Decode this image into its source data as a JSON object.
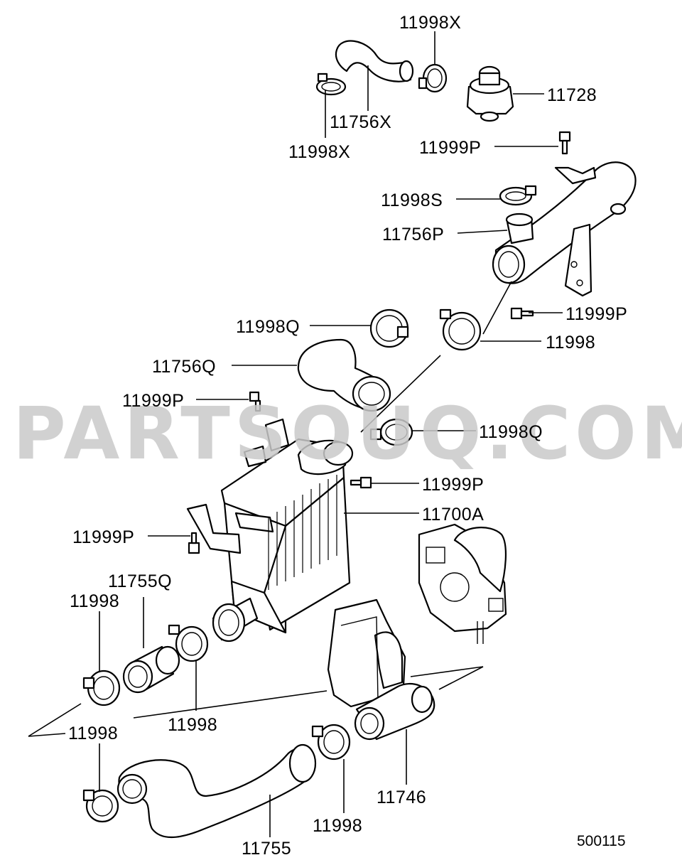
{
  "watermark": "PARTSOUQ.COM",
  "figure_number": "500115",
  "labels": {
    "p11998X_top": "11998X",
    "p11756X": "11756X",
    "p11998X_left": "11998X",
    "p11728": "11728",
    "p11999P_1": "11999P",
    "p11998S": "11998S",
    "p11756P": "11756P",
    "p11998Q_1": "11998Q",
    "p11999P_2": "11999P",
    "p11998_1": "11998",
    "p11756Q": "11756Q",
    "p11999P_3": "11999P",
    "p11998Q_2": "11998Q",
    "p11999P_4": "11999P",
    "p11700A": "11700A",
    "p11999P_5": "11999P",
    "p11755Q": "11755Q",
    "p11998_2": "11998",
    "p11998_3": "11998",
    "p11998_4": "11998",
    "p11746": "11746",
    "p11998_5": "11998",
    "p11755": "11755"
  }
}
